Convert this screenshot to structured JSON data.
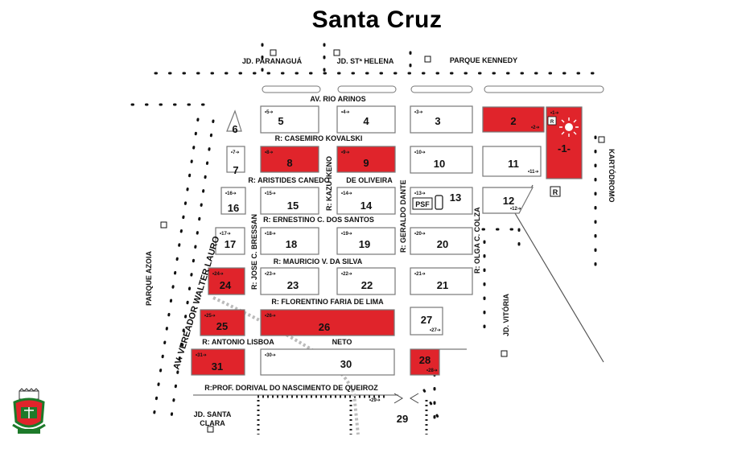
{
  "title": "Santa Cruz",
  "colors": {
    "highlight": "#e0242b",
    "block_outline": "#777777",
    "dot": "#111111",
    "text": "#111111"
  },
  "neighborhoods": {
    "paranagua": "JD. PARANAGUÁ",
    "sta_helena": "JD. STª HELENA",
    "kennedy": "PARQUE KENNEDY",
    "kartodromo": "KARTÓDROMO",
    "azoia": "PARQUE AZOIA",
    "vitoria": "JD. VITÓRIA",
    "santa_clara_1": "JD. SANTA",
    "santa_clara_2": "CLARA"
  },
  "streets": {
    "rio_arinos": "AV. RIO ARINOS",
    "casemiro": "R: CASEMIRO KOVALSKI",
    "aristides_1": "R: ARISTIDES CANEDO",
    "aristides_2": "DE  OLIVEIRA",
    "ernestino": "R: ERNESTINO C. DOS SANTOS",
    "mauricio": "R: MAURICIO V. DA SILVA",
    "florentino": "R: FLORENTINO FARIA DE LIMA",
    "antonio_1": "R: ANTONIO LISBOA",
    "antonio_2": "NETO",
    "dorival": "R:PROF. DORIVAL DO NASCIMENTO  DE QUEIROZ",
    "walter_lauro": "AV. VEREADOR WALTER LAURO",
    "bressan": "R: JOSE C. BRESSAN",
    "kazu": "R: KAZU IKENO",
    "dante": "R: GERALDO DANTE",
    "colza": "R: OLGA C. COLZA"
  },
  "markers": {
    "psf": "PSF",
    "r1": "R",
    "r2": "R"
  },
  "blocks": [
    {
      "id": "1",
      "label": "1",
      "pin": "1",
      "highlight": true
    },
    {
      "id": "2",
      "label": "2",
      "pin": "2",
      "highlight": true
    },
    {
      "id": "3",
      "label": "3",
      "pin": "3",
      "highlight": false
    },
    {
      "id": "4",
      "label": "4",
      "pin": "4",
      "highlight": false
    },
    {
      "id": "5",
      "label": "5",
      "pin": "5",
      "highlight": false
    },
    {
      "id": "6",
      "label": "6",
      "pin": "",
      "highlight": false
    },
    {
      "id": "7",
      "label": "7",
      "pin": "7",
      "highlight": false
    },
    {
      "id": "8",
      "label": "8",
      "pin": "8",
      "highlight": true
    },
    {
      "id": "9",
      "label": "9",
      "pin": "9",
      "highlight": true
    },
    {
      "id": "10",
      "label": "10",
      "pin": "10",
      "highlight": false
    },
    {
      "id": "11",
      "label": "11",
      "pin": "11",
      "highlight": false
    },
    {
      "id": "12",
      "label": "12",
      "pin": "12",
      "highlight": false
    },
    {
      "id": "13",
      "label": "13",
      "pin": "13",
      "highlight": false
    },
    {
      "id": "14",
      "label": "14",
      "pin": "14",
      "highlight": false
    },
    {
      "id": "15",
      "label": "15",
      "pin": "15",
      "highlight": false
    },
    {
      "id": "16",
      "label": "16",
      "pin": "16",
      "highlight": false
    },
    {
      "id": "17",
      "label": "17",
      "pin": "17",
      "highlight": false
    },
    {
      "id": "18",
      "label": "18",
      "pin": "18",
      "highlight": false
    },
    {
      "id": "19",
      "label": "19",
      "pin": "19",
      "highlight": false
    },
    {
      "id": "20",
      "label": "20",
      "pin": "20",
      "highlight": false
    },
    {
      "id": "21",
      "label": "21",
      "pin": "21",
      "highlight": false
    },
    {
      "id": "22",
      "label": "22",
      "pin": "22",
      "highlight": false
    },
    {
      "id": "23",
      "label": "23",
      "pin": "23",
      "highlight": false
    },
    {
      "id": "24",
      "label": "24",
      "pin": "24",
      "highlight": true
    },
    {
      "id": "25",
      "label": "25",
      "pin": "25",
      "highlight": true
    },
    {
      "id": "26",
      "label": "26",
      "pin": "26",
      "highlight": true
    },
    {
      "id": "27",
      "label": "27",
      "pin": "27",
      "highlight": false
    },
    {
      "id": "28",
      "label": "28",
      "pin": "28",
      "highlight": true
    },
    {
      "id": "29",
      "label": "29",
      "pin": "29",
      "highlight": false
    },
    {
      "id": "30",
      "label": "30",
      "pin": "30",
      "highlight": false
    },
    {
      "id": "31",
      "label": "31",
      "pin": "31",
      "highlight": true
    }
  ]
}
